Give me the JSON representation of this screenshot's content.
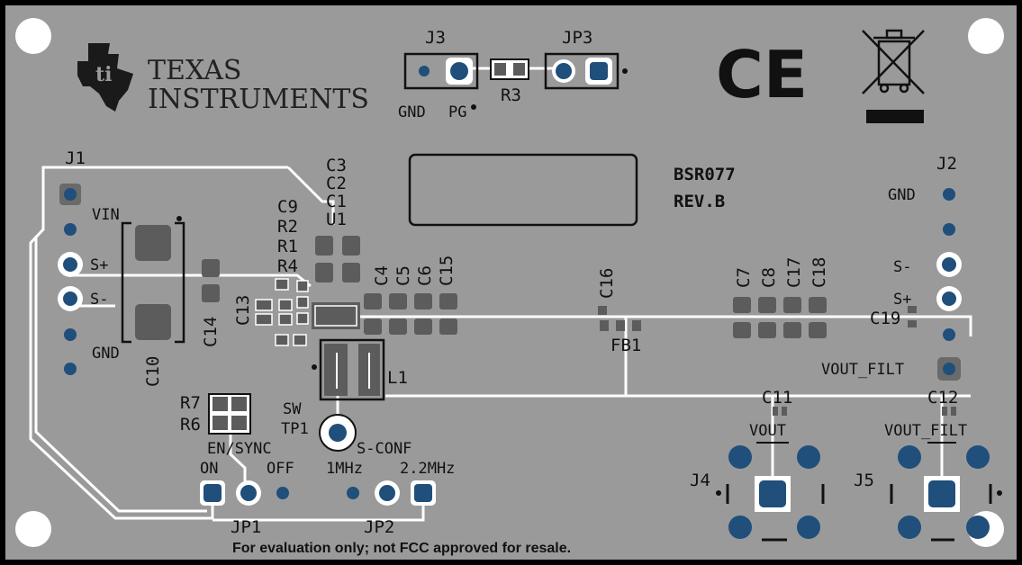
{
  "board": {
    "name": "BSR077",
    "rev": "REV.B",
    "footer_note": "For evaluation only; not FCC approved for resale.",
    "colors": {
      "board": "#9a9a9a",
      "trace": "#ffffff",
      "pad": "#1f4f7a",
      "pad_square": "#6a6a6a",
      "component": "#5c5c5c",
      "silk": "#111111",
      "edge": "#000000"
    }
  },
  "logo": {
    "line1": "TEXAS",
    "line2": "INSTRUMENTS",
    "icon": "ti-logo-icon"
  },
  "marks": {
    "ce": "CE",
    "weee_icon": "weee-crossed-bin-icon"
  },
  "connectors": {
    "j1": {
      "ref": "J1",
      "pins": [
        "VIN",
        "S+",
        "S-",
        "GND"
      ]
    },
    "j2": {
      "ref": "J2",
      "pins": [
        "GND",
        "S-",
        "S+",
        "VOUT_FILT"
      ]
    },
    "j3": {
      "ref": "J3",
      "pins": [
        "GND",
        "PG"
      ]
    },
    "jp3": {
      "ref": "JP3"
    },
    "jp1": {
      "ref": "JP1",
      "title": "EN/SYNC",
      "left": "ON",
      "right": "OFF"
    },
    "jp2": {
      "ref": "JP2",
      "title": "S-CONF",
      "left": "1MHz",
      "right": "2.2MHz"
    },
    "j4": {
      "ref": "J4",
      "label": "VOUT"
    },
    "j5": {
      "ref": "J5",
      "label": "VOUT_FILT"
    },
    "tp1": {
      "ref": "TP1",
      "label": "SW"
    }
  },
  "refdes": {
    "c3": "C3",
    "c2": "C2",
    "c1": "C1",
    "u1": "U1",
    "c9": "C9",
    "r2": "R2",
    "r1": "R1",
    "r4": "R4",
    "c13": "C13",
    "c14": "C14",
    "c10": "C10",
    "c4": "C4",
    "c5": "C5",
    "c6": "C6",
    "c15": "C15",
    "c16": "C16",
    "fb1": "FB1",
    "l1": "L1",
    "c7": "C7",
    "c8": "C8",
    "c17": "C17",
    "c18": "C18",
    "c19": "C19",
    "c11": "C11",
    "c12": "C12",
    "r3": "R3",
    "r7": "R7",
    "r6": "R6"
  }
}
